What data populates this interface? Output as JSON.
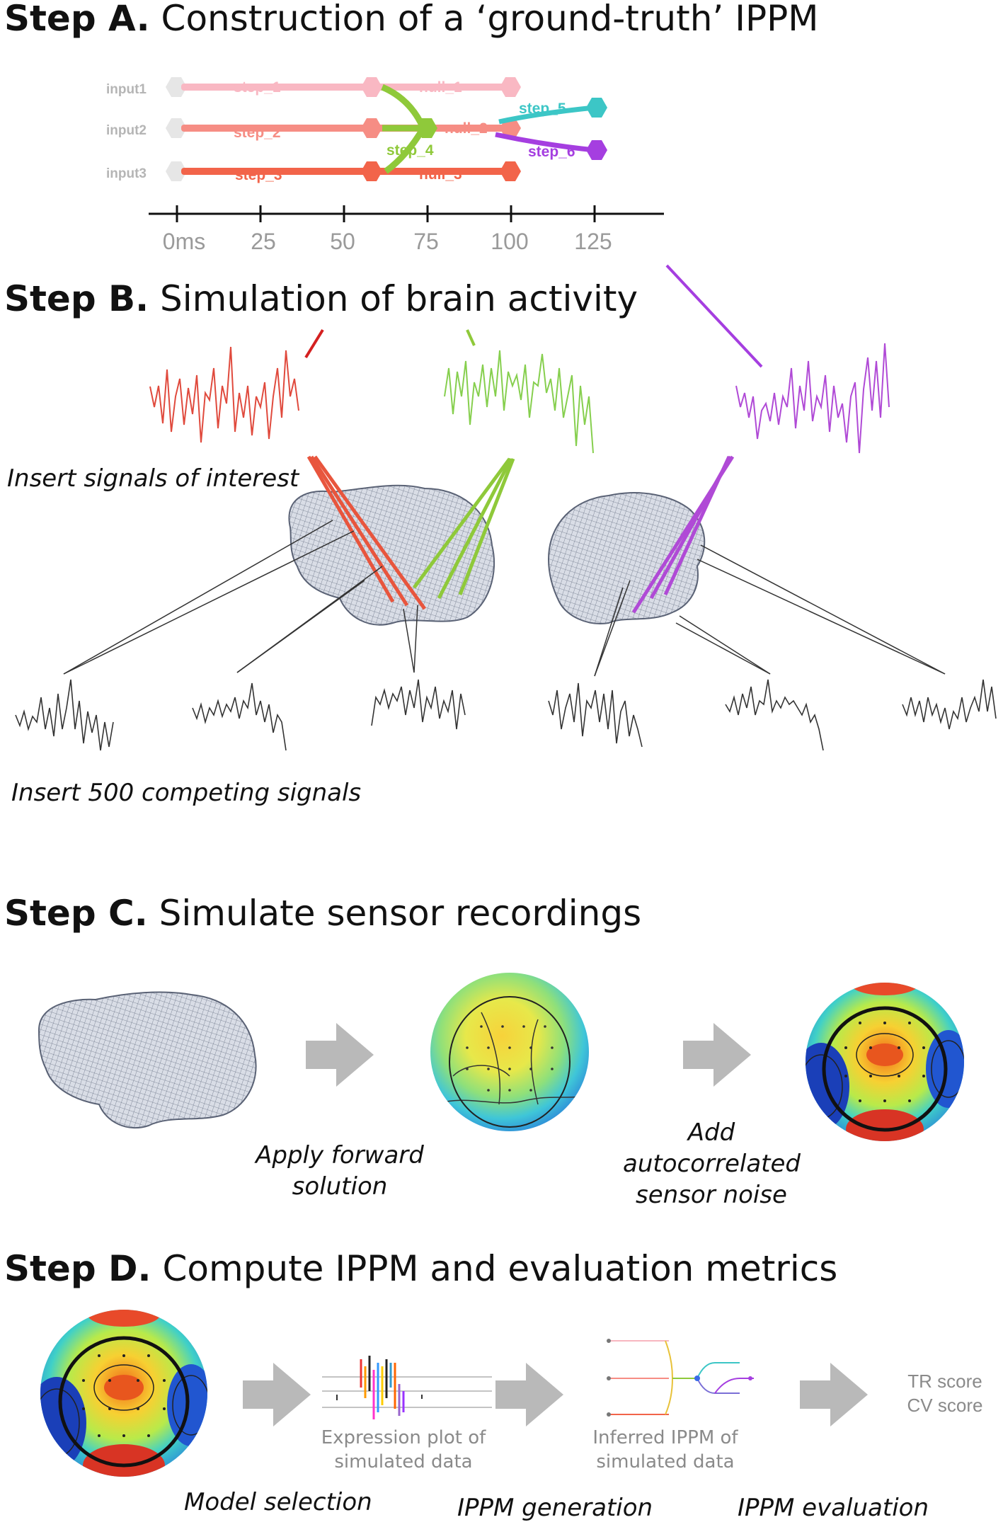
{
  "steps": {
    "a": {
      "label": "Step A.",
      "title": "Construction of a ‘ground-truth’ IPPM"
    },
    "b": {
      "label": "Step B.",
      "title": "Simulation of brain activity"
    },
    "c": {
      "label": "Step C.",
      "title": "Simulate sensor recordings"
    },
    "d": {
      "label": "Step D.",
      "title": "Compute IPPM and evaluation metrics"
    }
  },
  "ippm": {
    "inputs": [
      "input1",
      "input2",
      "input3"
    ],
    "nodes": {
      "step_1": "step_1",
      "step_2": "step_2",
      "step_3": "step_3",
      "null_1": "null_1",
      "null_2": "null_2",
      "null_3": "null_3",
      "step_4": "step_4",
      "step_5": "step_5",
      "step_6": "step_6"
    },
    "axis_ticks": [
      "0ms",
      "25",
      "50",
      "75",
      "100",
      "125"
    ],
    "colors": {
      "input1": "#f9b8c3",
      "input2": "#f68d84",
      "input3": "#f2644a",
      "step_4": "#8fc93a",
      "step_5": "#3cc6c6",
      "step_6": "#a53ee0",
      "input": "#e6e6e6"
    }
  },
  "step_b": {
    "insert_signals": "Insert signals of interest",
    "insert_competing": "Insert 500 competing signals",
    "signal_colors": [
      "#e04a3d",
      "#86cf4e",
      "#b04ad6"
    ]
  },
  "step_c": {
    "apply_forward": "Apply forward solution",
    "add_noise": "Add autocorrelated sensor noise"
  },
  "step_d": {
    "expression_caption": "Expression plot of simulated data",
    "inferred_caption": "Inferred IPPM of simulated data",
    "scores": [
      "TR score",
      "CV score"
    ],
    "model_selection": "Model selection",
    "ippm_generation": "IPPM generation",
    "ippm_evaluation": "IPPM evaluation"
  }
}
